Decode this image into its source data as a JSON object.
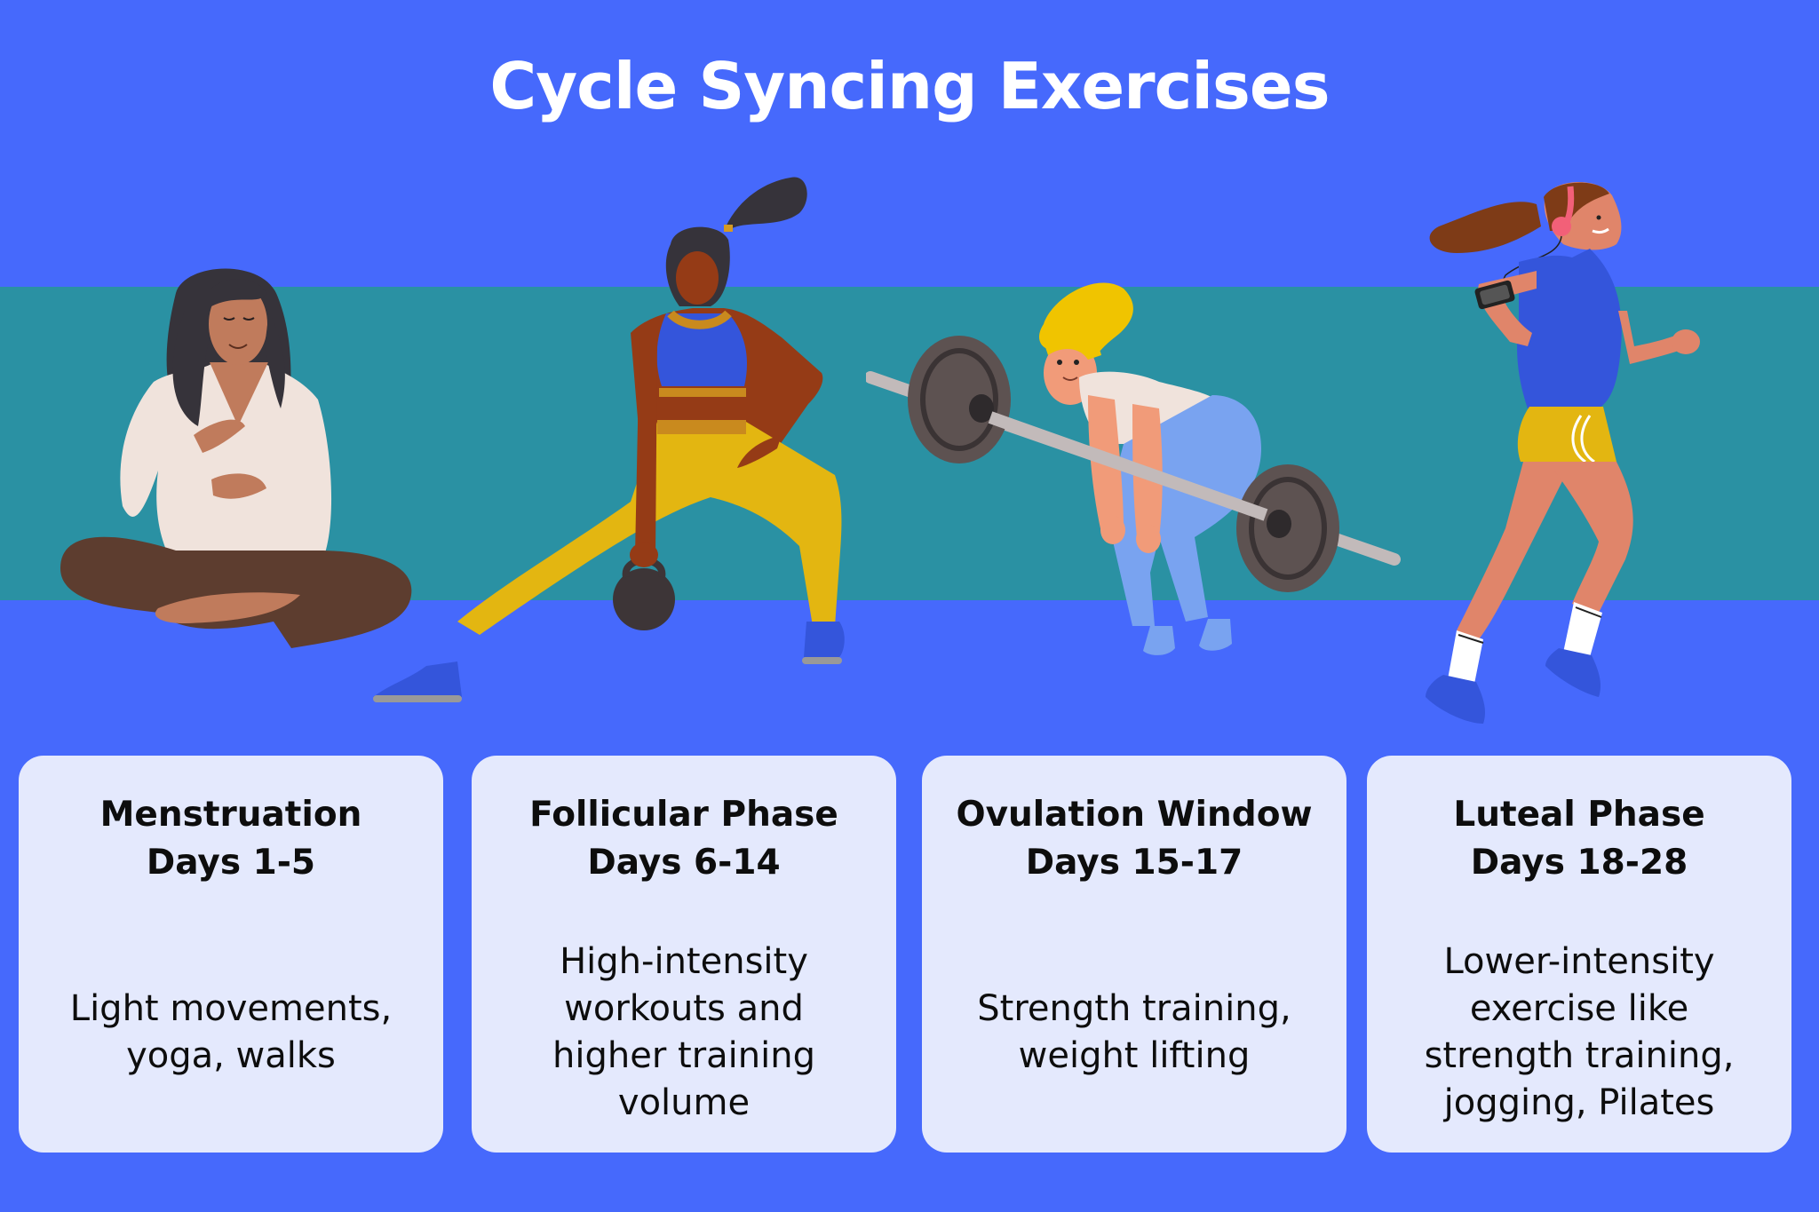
{
  "title": "Cycle Syncing Exercises",
  "colors": {
    "background": "#4669FC",
    "band": "#2A91A3",
    "card": "#E4E9FD",
    "text": "#0d0d0d",
    "title": "#FFFFFF"
  },
  "illustrations": [
    {
      "name": "meditating-woman",
      "activity": "seated meditation"
    },
    {
      "name": "kettlebell-lunge-woman",
      "activity": "side lunge with kettlebell"
    },
    {
      "name": "deadlift-woman",
      "activity": "barbell deadlift"
    },
    {
      "name": "running-woman",
      "activity": "jogging with headphones"
    }
  ],
  "cards": [
    {
      "phase": "Menstruation",
      "days": "Days 1-5",
      "body": [
        "Light movements,",
        "yoga, walks"
      ]
    },
    {
      "phase": "Follicular Phase",
      "days": "Days 6-14",
      "body": [
        "High-intensity",
        "workouts and",
        "higher training",
        "volume"
      ]
    },
    {
      "phase": "Ovulation Window",
      "days": "Days 15-17",
      "body": [
        "Strength training,",
        "weight lifting"
      ]
    },
    {
      "phase": "Luteal Phase",
      "days": "Days 18-28",
      "body": [
        "Lower-intensity",
        "exercise like",
        "strength training,",
        "jogging, Pilates"
      ]
    }
  ]
}
